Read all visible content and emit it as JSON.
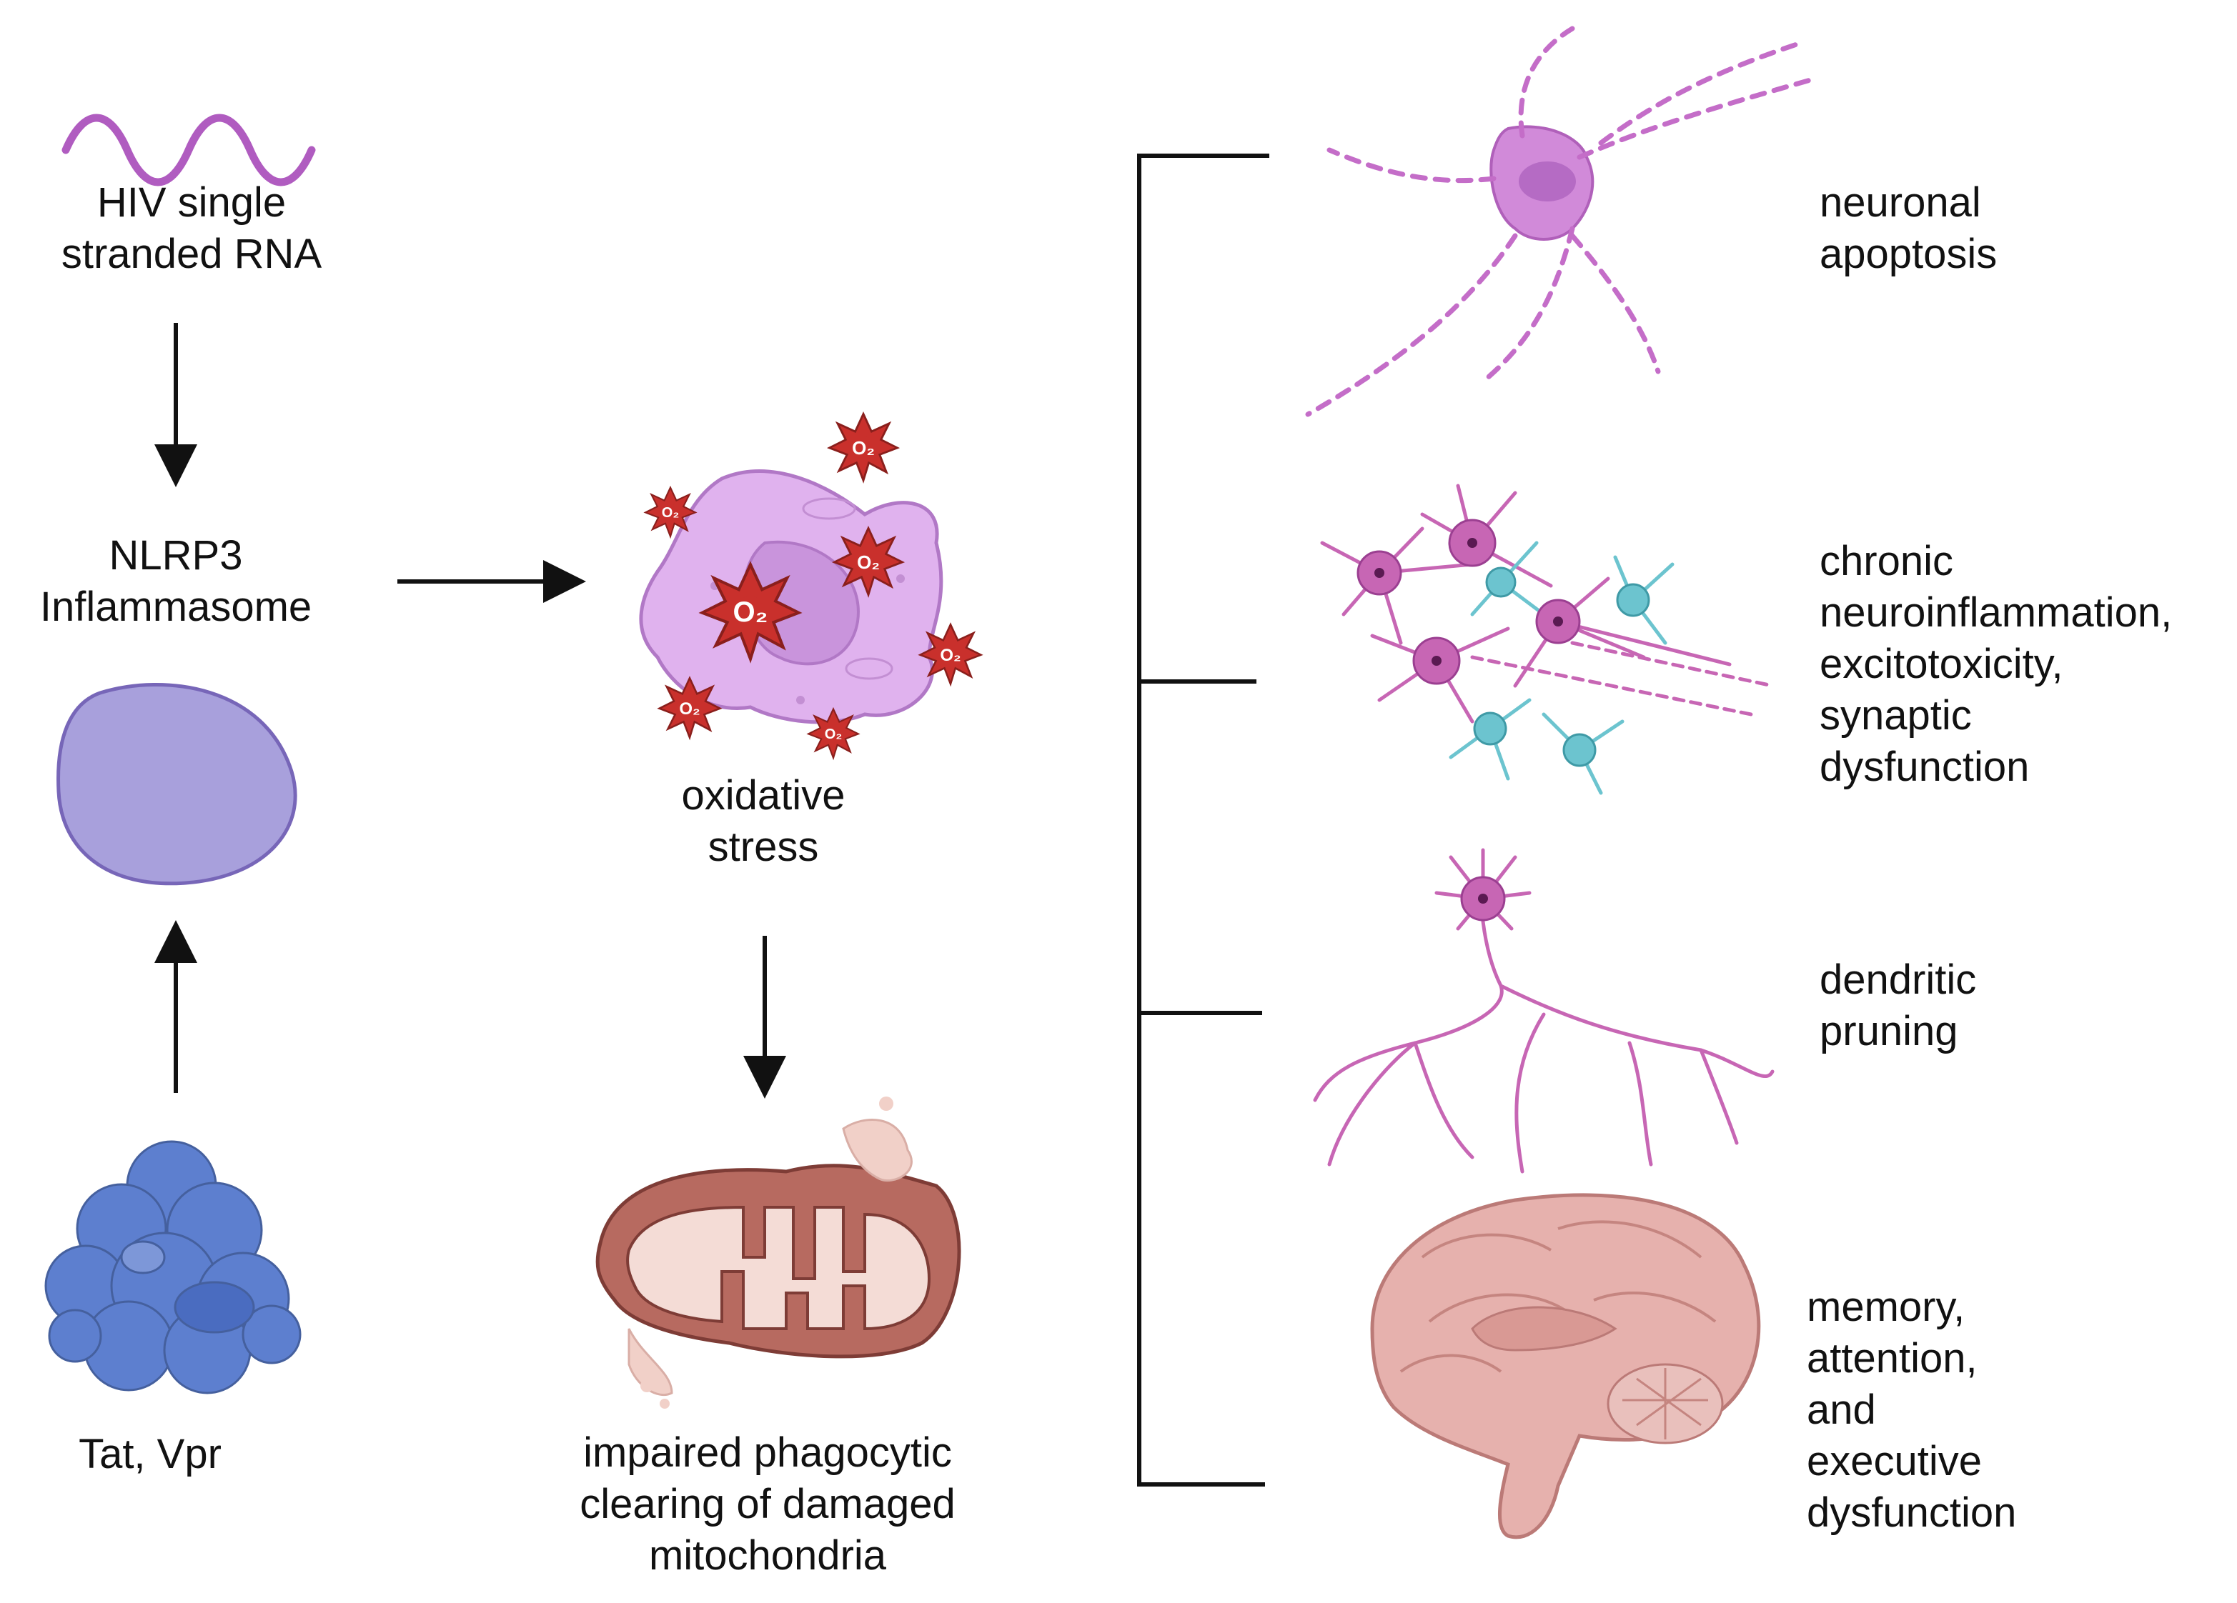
{
  "labels": {
    "hiv_rna": [
      "HIV single",
      "stranded RNA"
    ],
    "nlrp3": [
      "NLRP3",
      "Inflammasome"
    ],
    "tat_vpr": [
      "Tat, Vpr"
    ],
    "oxidative_stress": [
      "oxidative",
      "stress"
    ],
    "impaired_clearing": [
      "impaired phagocytic",
      "clearing of damaged",
      "mitochondria"
    ],
    "o2_symbol": "O₂"
  },
  "outcomes": [
    [
      "neuronal",
      "apoptosis"
    ],
    [
      "chronic",
      "neuroinflammation,",
      "excitotoxicity,",
      "synaptic",
      "dysfunction"
    ],
    [
      "dendritic",
      "pruning"
    ],
    [
      "memory,",
      "attention,",
      "and",
      "executive",
      "dysfunction"
    ]
  ],
  "colors": {
    "rna": "#b05cc0",
    "inflammasome_fill": "#a8a0dc",
    "inflammasome_stroke": "#7766b8",
    "protein": "#5d7fcf",
    "macrophage_fill": "#e0b2ee",
    "macrophage_stroke": "#b178c6",
    "ros": "#c9302c",
    "mito_outer": "#b76a60",
    "mito_inner": "#f4dcd6",
    "neuron_pink": "#c766b4",
    "neuron_cyan": "#6cc4cf",
    "brain_fill": "#e6b1ad",
    "brain_stroke": "#bb7a77",
    "line": "#111111"
  }
}
